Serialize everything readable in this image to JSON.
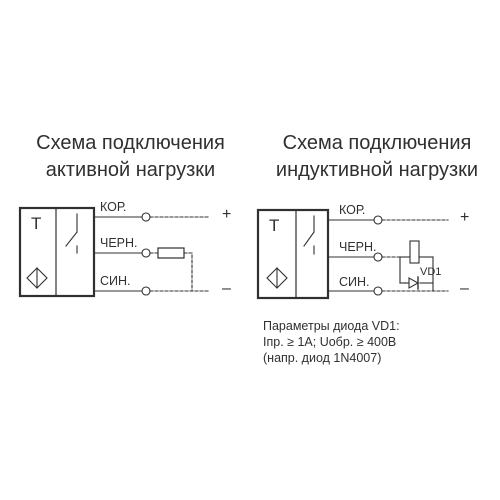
{
  "left": {
    "title_line1": "Схема подключения",
    "title_line2": "активной нагрузки",
    "box_letter": "Т",
    "wire1_label": "КОР.",
    "wire2_label": "ЧЕРН.",
    "wire3_label": "СИН.",
    "plus": "+",
    "minus": "–"
  },
  "right": {
    "title_line1": "Схема подключения",
    "title_line2": "индуктивной нагрузки",
    "box_letter": "Т",
    "wire1_label": "КОР.",
    "wire2_label": "ЧЕРН.",
    "wire3_label": "СИН.",
    "diode_label": "VD1",
    "plus": "+",
    "minus": "–",
    "params_line1": "Параметры диода VD1:",
    "params_line2": "Iпр. ≥ 1А; Uобр. ≥ 400В",
    "params_line3": "(напр. диод 1N4007)"
  },
  "colors": {
    "ink": "#303030",
    "background": "#ffffff"
  }
}
